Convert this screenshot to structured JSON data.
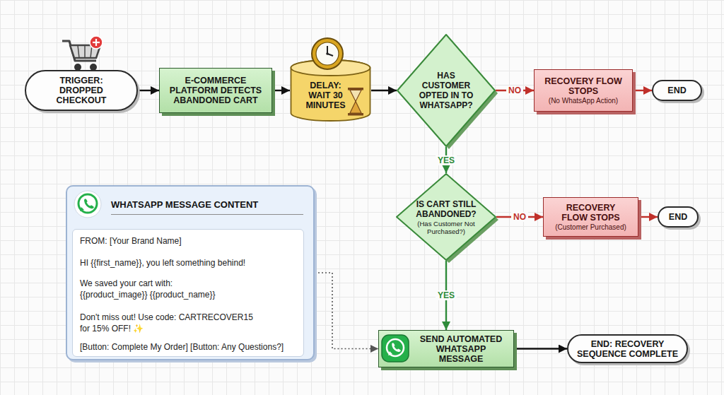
{
  "diagram": {
    "nodes": [
      {
        "text": [
          "TRIGGER: DROPPED CHECKOUT"
        ]
      },
      {
        "text": [
          "E-COMMERCE PLATFORM DETECTS ABANDONED CART"
        ]
      },
      {
        "text": [
          "DELAY: WAIT 30 MINUTES"
        ]
      },
      {
        "text": [
          "HAS CUSTOMER OPTED IN TO WHATSAPP?"
        ]
      },
      {
        "text": [
          "RECOVERY FLOW STOPS",
          "(No WhatsApp Action)"
        ]
      },
      {
        "text": [
          "END"
        ]
      },
      {
        "text": [
          "IS CART STILL ABANDONED?",
          "(Has Customer Not Purchased?)"
        ]
      },
      {
        "text": [
          "RECOVERY FLOW STOPS",
          "(Customer Purchased)"
        ]
      },
      {
        "text": [
          "END"
        ]
      },
      {
        "text": [
          "WHATSAPP MESSAGE CONTENT"
        ]
      },
      {
        "text": [
          "FROM: [Your Brand Name]",
          "HI {{first_name}}, you left something behind!",
          "We saved your cart with: {{product_image}} {{product_name}}",
          "Don't miss out! Use code: CARTRECOVER15 for 15% OFF! ✨",
          "[Button: Complete My Order] [Button: Any Questions?]"
        ],
        "in": 9
      },
      {
        "text": [
          "SEND AUTOMATED WHATSAPP MESSAGE"
        ]
      },
      {
        "text": [
          "END: RECOVERY SEQUENCE COMPLETE"
        ]
      }
    ],
    "edges": [
      {
        "from": 0,
        "to": 1,
        "arrow": "to"
      },
      {
        "from": 1,
        "to": 2,
        "arrow": "to"
      },
      {
        "from": 2,
        "to": 3,
        "arrow": "to"
      },
      {
        "from": 3,
        "to": 4,
        "label": "NO",
        "arrow": "to"
      },
      {
        "from": 4,
        "to": 5,
        "arrow": "to"
      },
      {
        "from": 3,
        "to": 6,
        "label": "YES",
        "arrow": "to"
      },
      {
        "from": 6,
        "to": 7,
        "label": "NO",
        "arrow": "to"
      },
      {
        "from": 7,
        "to": 8,
        "arrow": "to"
      },
      {
        "from": 6,
        "to": 11,
        "label": "YES",
        "arrow": "to"
      },
      {
        "from": 9,
        "to": 11,
        "arrow": "to"
      },
      {
        "from": 11,
        "to": 12,
        "arrow": "to"
      }
    ]
  }
}
